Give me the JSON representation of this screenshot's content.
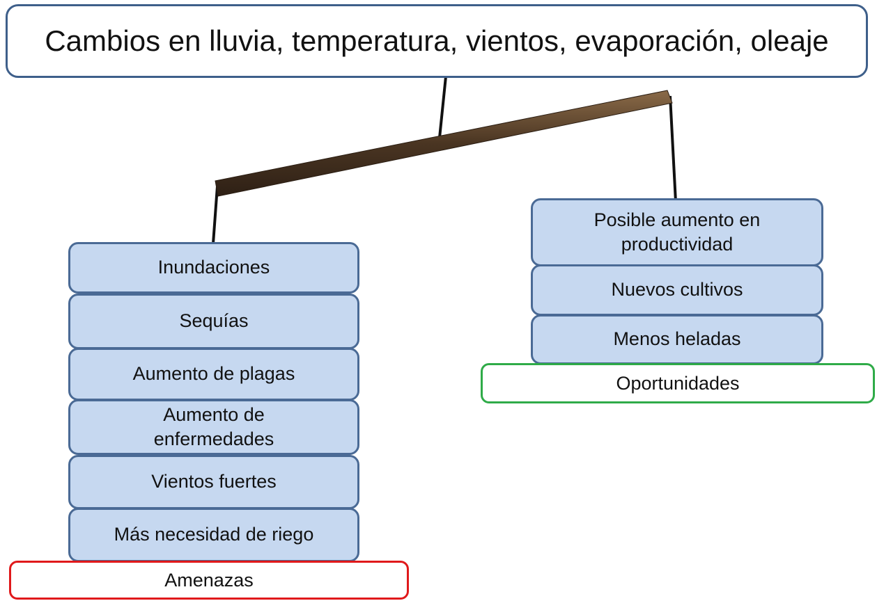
{
  "title": "Cambios en lluvia, temperatura, vientos, evaporación, oleaje",
  "threats": {
    "label": "Amenazas",
    "items": [
      "Inundaciones",
      "Sequías",
      "Aumento de plagas",
      "Aumento de enfermedades",
      "Vientos fuertes",
      "Más necesidad de riego"
    ]
  },
  "opportunities": {
    "label": "Oportunidades",
    "items": [
      "Posible aumento en productividad",
      "Nuevos cultivos",
      "Menos heladas"
    ]
  },
  "colors": {
    "card_fill": "#c6d8f0",
    "card_border": "#4a6a95",
    "threat_border": "#e0191b",
    "opportunity_border": "#2fab48",
    "beam": "#4a3522"
  }
}
